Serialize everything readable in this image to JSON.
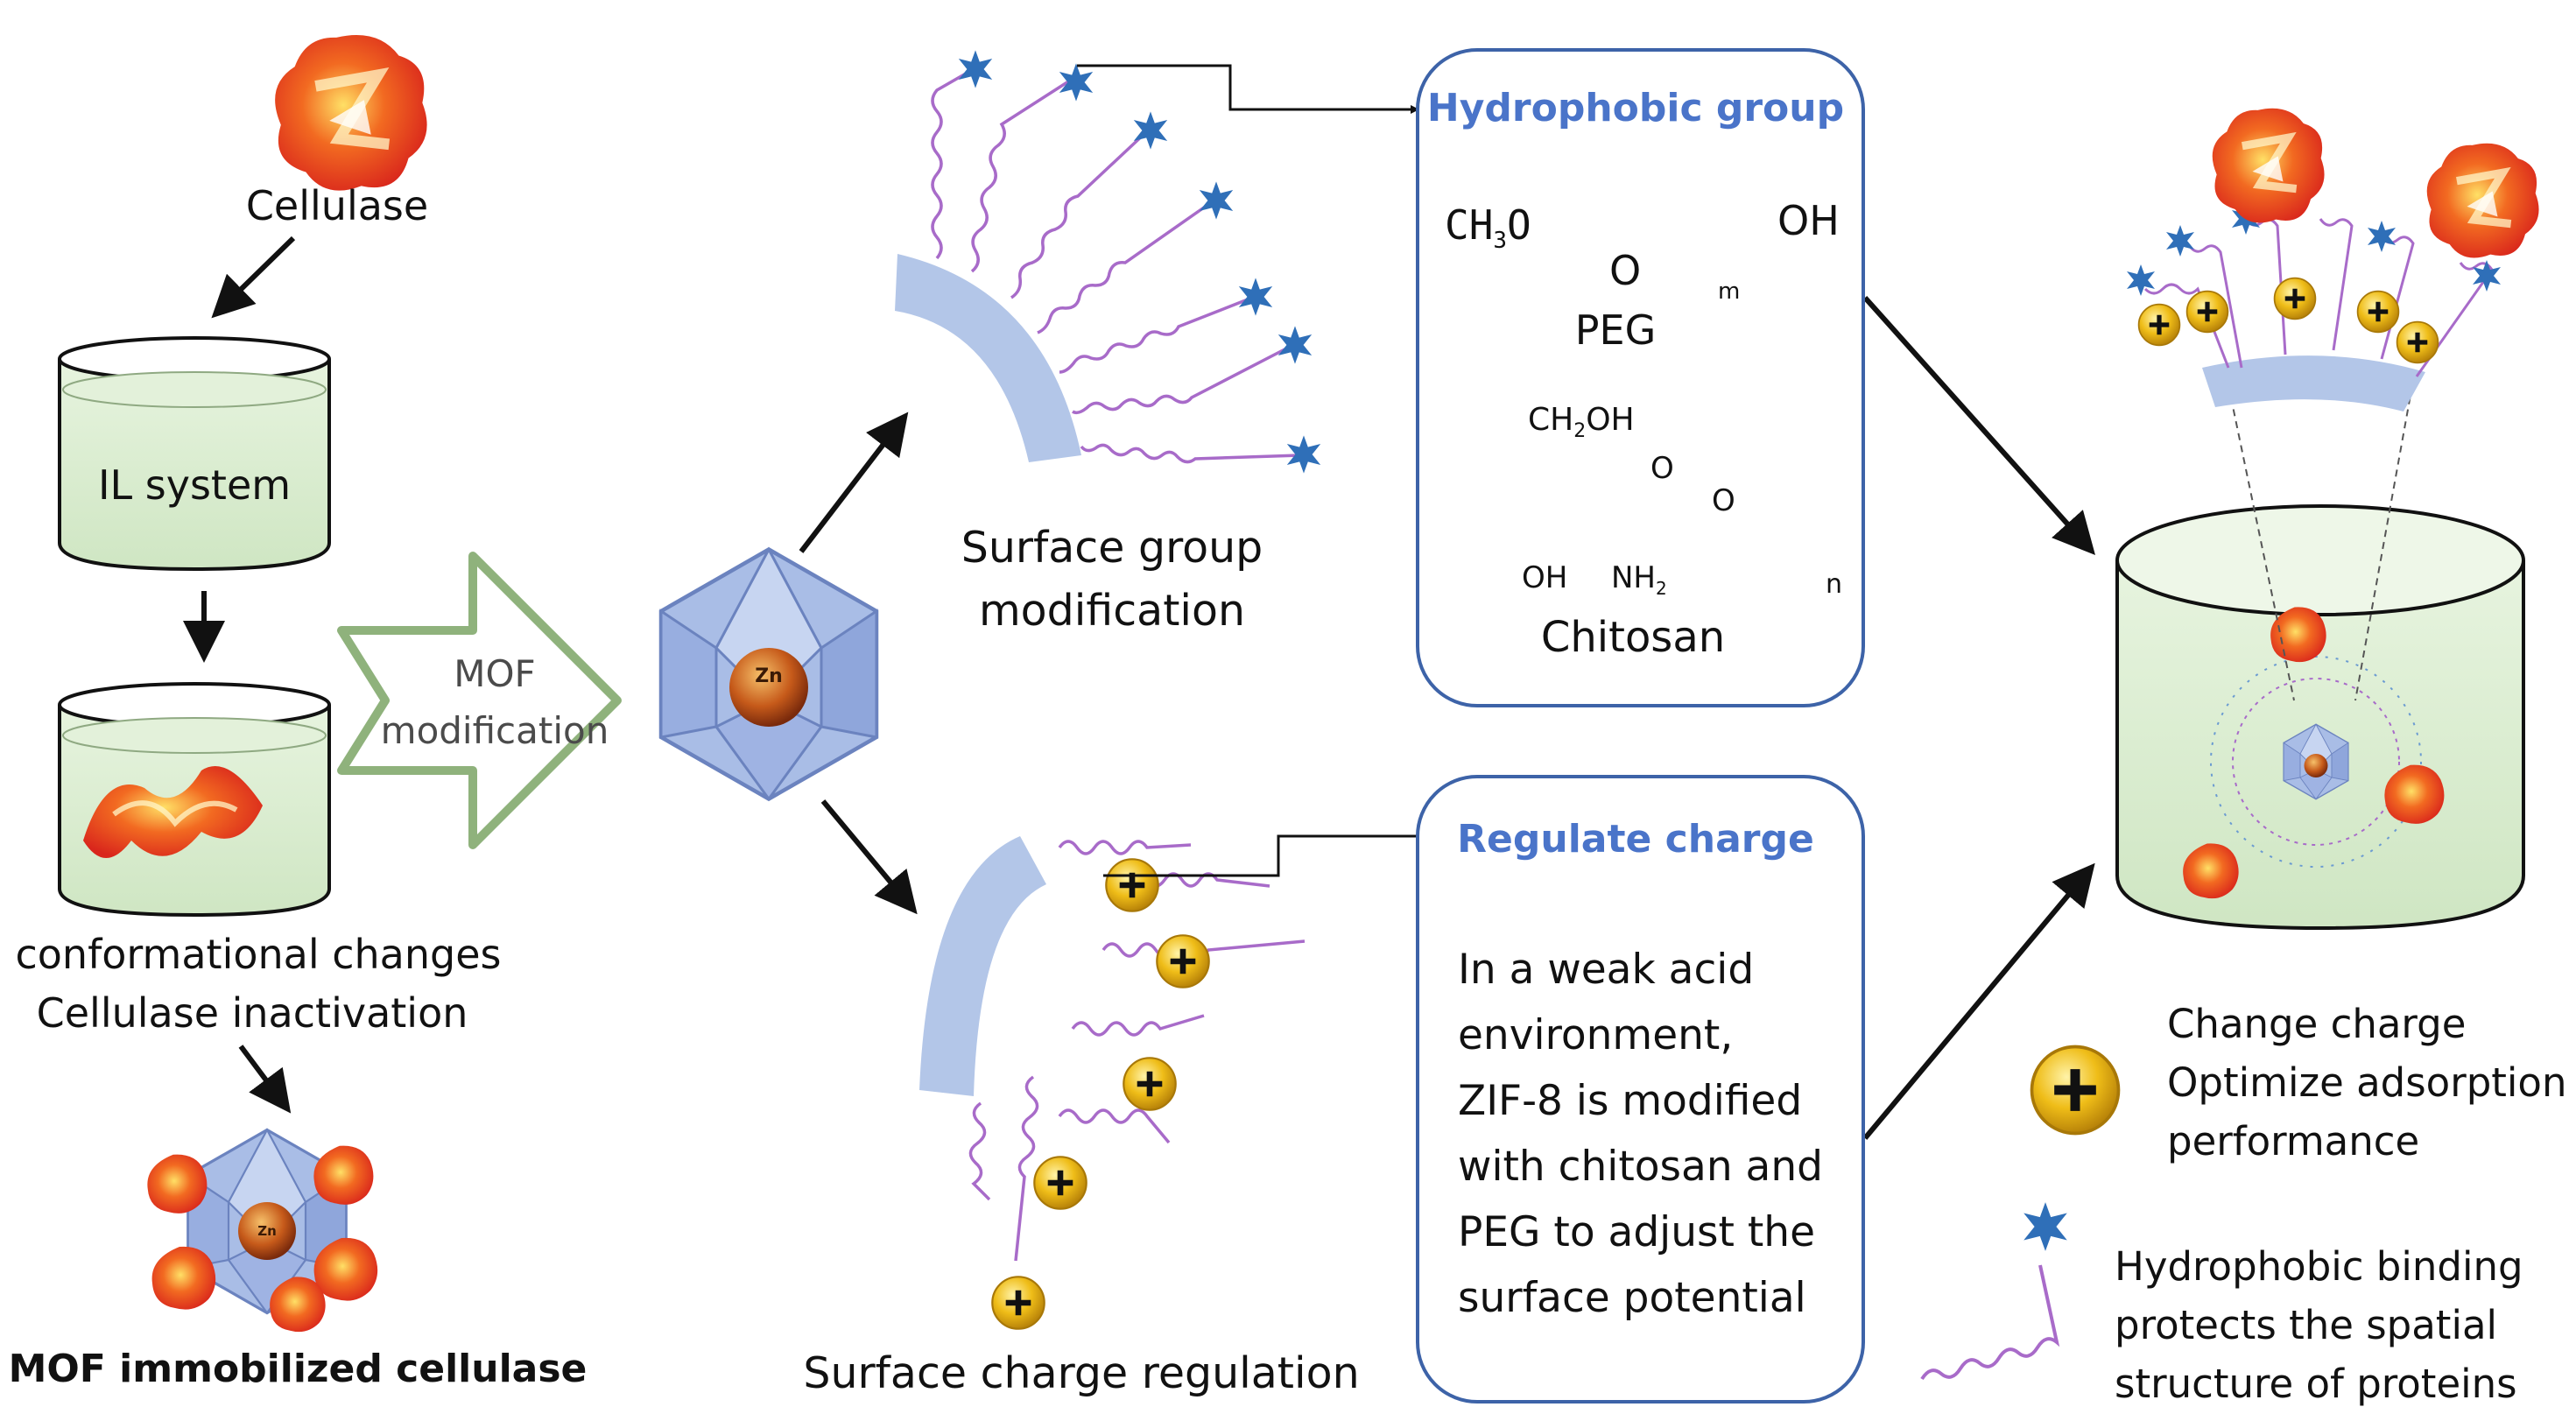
{
  "left_panel": {
    "cellulase": "Cellulase",
    "il_system": "IL system",
    "conformational": "conformational changes",
    "inactivation": "Cellulase inactivation",
    "mof_immobilized": "MOF immobilized cellulase"
  },
  "arrow_label": {
    "line1": "MOF",
    "line2": "modification"
  },
  "zn_label": "Zn",
  "center_panel": {
    "surface_group_line1": "Surface group",
    "surface_group_line2": "modification",
    "surface_charge": "Surface charge regulation",
    "plus": "+"
  },
  "hydrophobic_box": {
    "title": "Hydrophobic group",
    "peg_name": "PEG",
    "chitosan_name": "Chitosan",
    "peg_formula": {
      "left": "CH",
      "sub3": "3",
      "o1": "O",
      "o2": "O",
      "m": "m",
      "oh": "OH"
    },
    "chitosan_formula": {
      "ch2oh_a": "CH",
      "ch2oh_sub": "2",
      "ch2oh_b": "OH",
      "ring_o": "O",
      "bridge_o": "O",
      "oh": "OH",
      "nh_a": "NH",
      "nh_sub": "2",
      "n": "n"
    }
  },
  "charge_box": {
    "title": "Regulate charge",
    "body": "In a weak acid\nenvironment,\nZIF-8 is modified\nwith chitosan and\nPEG to adjust the\nsurface potential"
  },
  "legend": {
    "charge_line1": "Change charge",
    "charge_line2": "Optimize adsorption",
    "charge_line3": "performance",
    "binding_line1": "Hydrophobic binding",
    "binding_line2": "protects the spatial",
    "binding_line3": "structure of proteins"
  },
  "colors": {
    "box_border": "#3d63a8",
    "title_blue": "#4a74c9",
    "chain_purple": "#a86bc9",
    "star_blue": "#2f6fb8",
    "plate_blue": "#b3c6e8",
    "liquid_green": "#d6ecce",
    "arrow_green": "#8fb27c",
    "enzyme_red": "#e8382a",
    "charge_gold": "#e9b10f"
  },
  "icons": [
    "cellulase-icon",
    "beaker-icon",
    "mof-crystal-icon",
    "hollow-arrow-icon",
    "charge-plus-icon",
    "hydrophobic-star-icon"
  ]
}
